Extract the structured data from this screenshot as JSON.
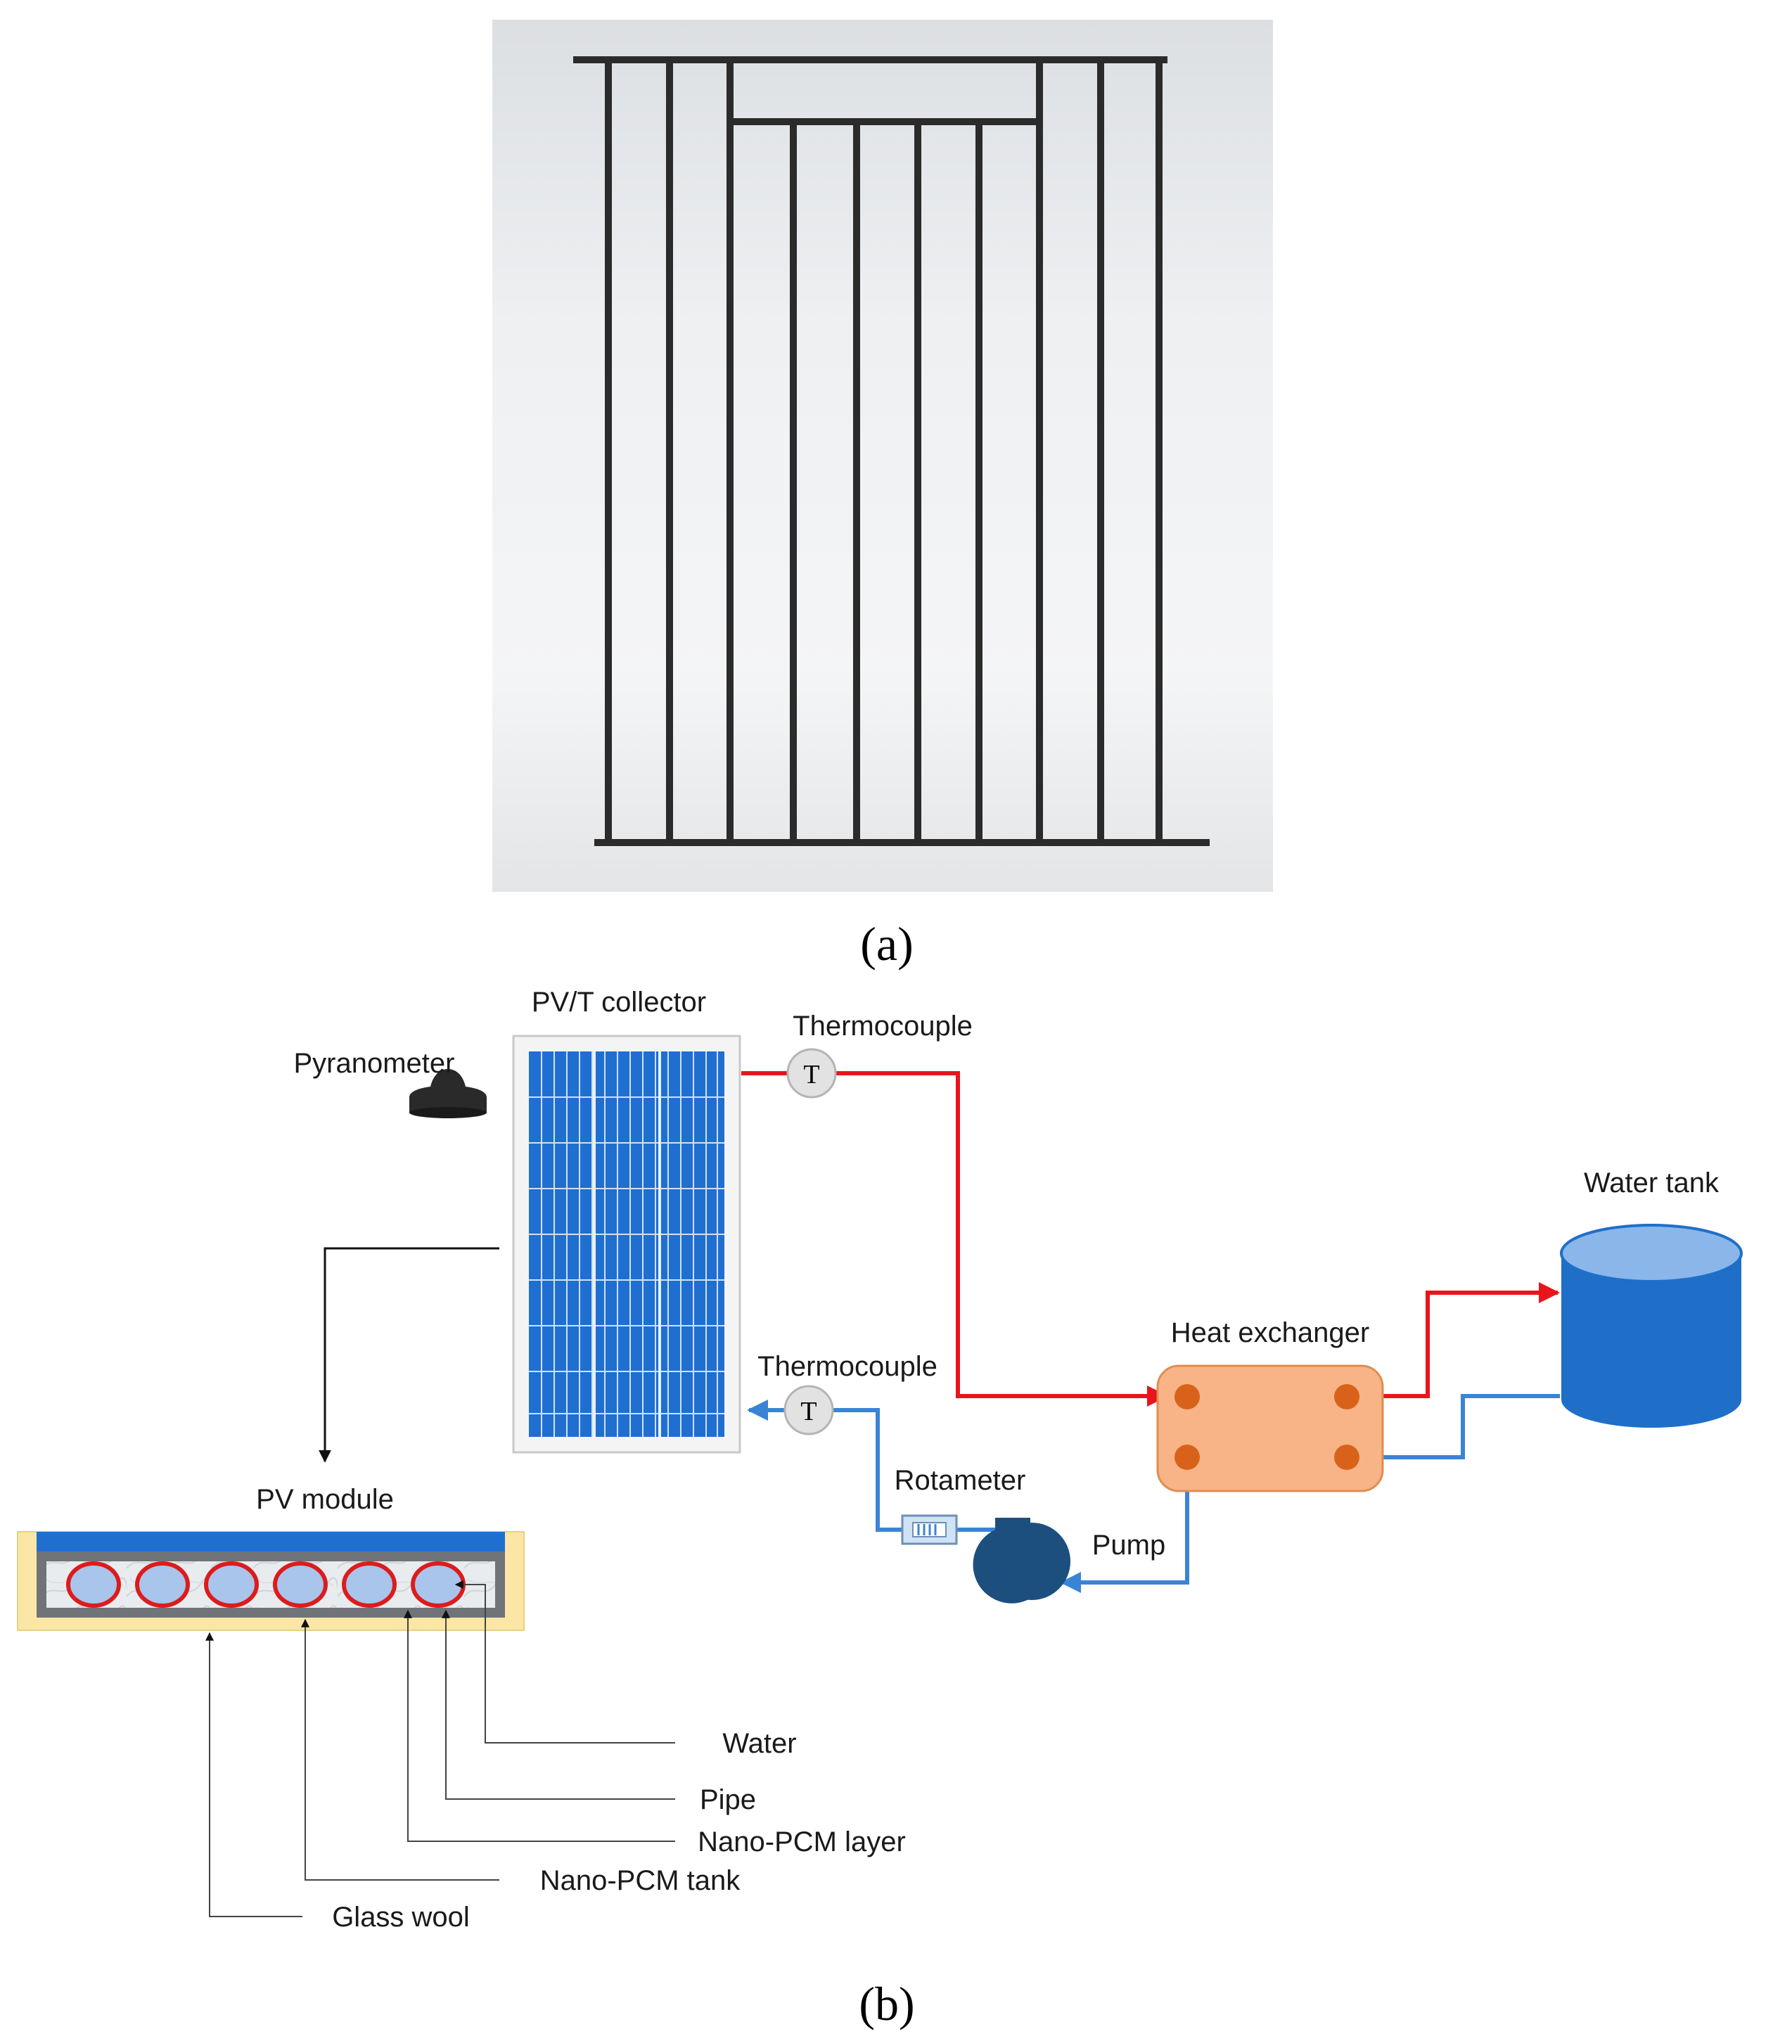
{
  "panel_a": {
    "caption": "(a)"
  },
  "panel_b": {
    "caption": "(b)",
    "labels": {
      "pv_t_collector": "PV/T collector",
      "thermocouple_top": "Thermocouple",
      "thermocouple_bottom": "Thermocouple",
      "thermocouple_symbol": "T",
      "pyranometer": "Pyranometer",
      "water_tank": "Water tank",
      "heat_exchanger": "Heat exchanger",
      "rotameter": "Rotameter",
      "pump": "Pump",
      "pv_module": "PV module"
    },
    "layers": [
      "Water",
      "Pipe",
      "Nano-PCM layer",
      "Nano-PCM tank",
      "Glass wool"
    ]
  },
  "colors": {
    "hot_line": "#e8151b",
    "cold_line": "#3a84d6",
    "panel_blue": "#1f6fd1",
    "tank_blue": "#1f6fc9",
    "tank_top": "#8ab6ea",
    "exchanger_fill": "#f8b487",
    "port_orange": "#d9621a",
    "pump_blue": "#1c4f7d",
    "glass_wool": "#fbe6a6",
    "pipe_red": "#dc1c1c",
    "water_blue": "#a9c5ec"
  }
}
